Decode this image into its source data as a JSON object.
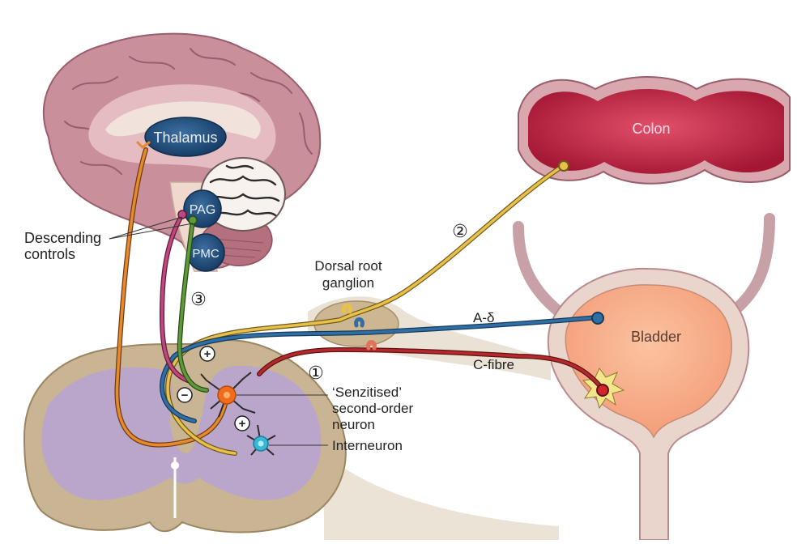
{
  "labels": {
    "thalamus": "Thalamus",
    "pag": "PAG",
    "pmc": "PMC",
    "descending_line1": "Descending",
    "descending_line2": "controls",
    "colon": "Colon",
    "bladder": "Bladder",
    "drg_line1": "Dorsal root",
    "drg_line2": "ganglion",
    "a_delta": "A-δ",
    "c_fibre": "C-fibre",
    "sensitised_line1": "‘Senzitised’",
    "sensitised_line2": "second-order",
    "sensitised_line3": "neuron",
    "interneuron": "Interneuron",
    "marker_1": "①",
    "marker_2": "②",
    "marker_3": "③",
    "plus_top": "+",
    "minus_left": "−",
    "plus_low": "+"
  },
  "colors": {
    "brain_outer": "#c98f9b",
    "brain_inner": "#e4bcc2",
    "brain_white": "#f1e3dc",
    "nucleus": "#1f4e7d",
    "colon": "#b51f3e",
    "bladder": "#f6a47f",
    "spinal_grey": "#c9b493",
    "spinal_purple": "#b7a3d4",
    "fibre_orange": "#e8892c",
    "fibre_yellow": "#e8c04a",
    "fibre_blue": "#2f6fa6",
    "fibre_red": "#b5282b",
    "fibre_green": "#5f9a3a",
    "fibre_magenta": "#c2477f",
    "neuron_orange": "#f26c1d",
    "neuron_cyan": "#39b7d6"
  }
}
